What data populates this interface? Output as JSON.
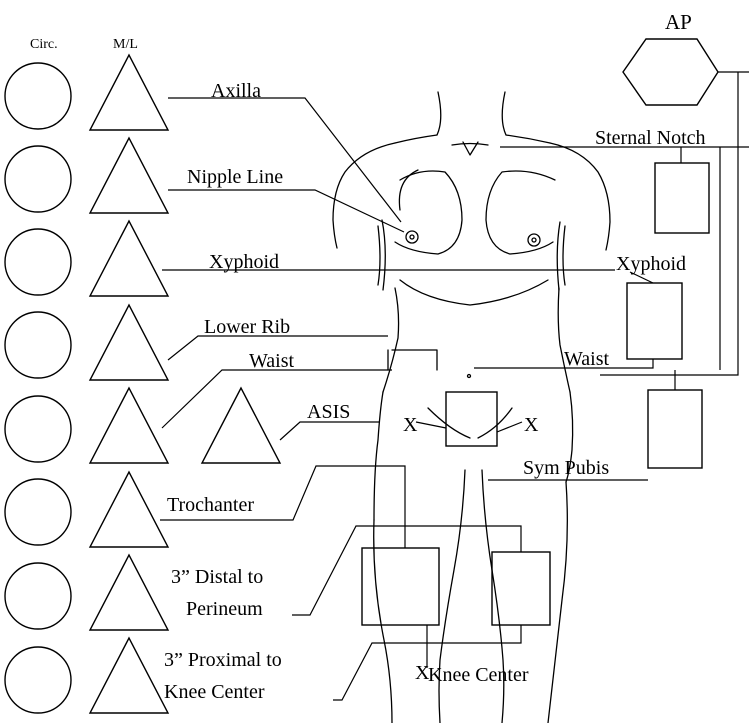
{
  "headers": {
    "circ": "Circ.",
    "ml": "M/L",
    "ap": "AP"
  },
  "labels": {
    "axilla": "Axilla",
    "nipple_line": "Nipple Line",
    "xyphoid": "Xyphoid",
    "lower_rib": "Lower Rib",
    "waist": "Waist",
    "asis": "ASIS",
    "trochanter": "Trochanter",
    "distal_line1": "3” Distal to",
    "distal_line2": "Perineum",
    "proximal_line1": "3” Proximal to",
    "proximal_line2": "Knee Center",
    "sternal_notch": "Sternal Notch",
    "xyphoid_right": "Xyphoid",
    "waist_right": "Waist",
    "sym_pubis": "Sym Pubis",
    "knee_center": "Knee Center",
    "x_marker": "X"
  }
}
